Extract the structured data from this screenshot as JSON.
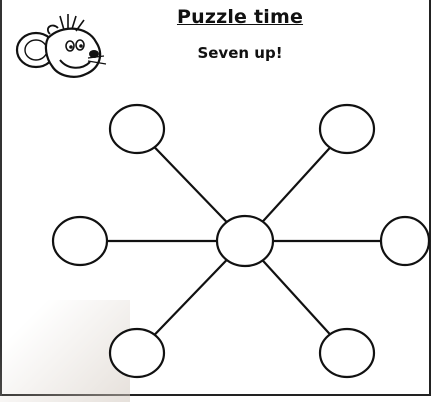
{
  "worksheet": {
    "title": "Puzzle time",
    "subtitle": "Seven up!"
  },
  "mascot": {
    "icon": "mouse-icon"
  },
  "puzzle": {
    "circle_count": 7,
    "stroke_color": "#111111",
    "fill_color": "#ffffff"
  }
}
